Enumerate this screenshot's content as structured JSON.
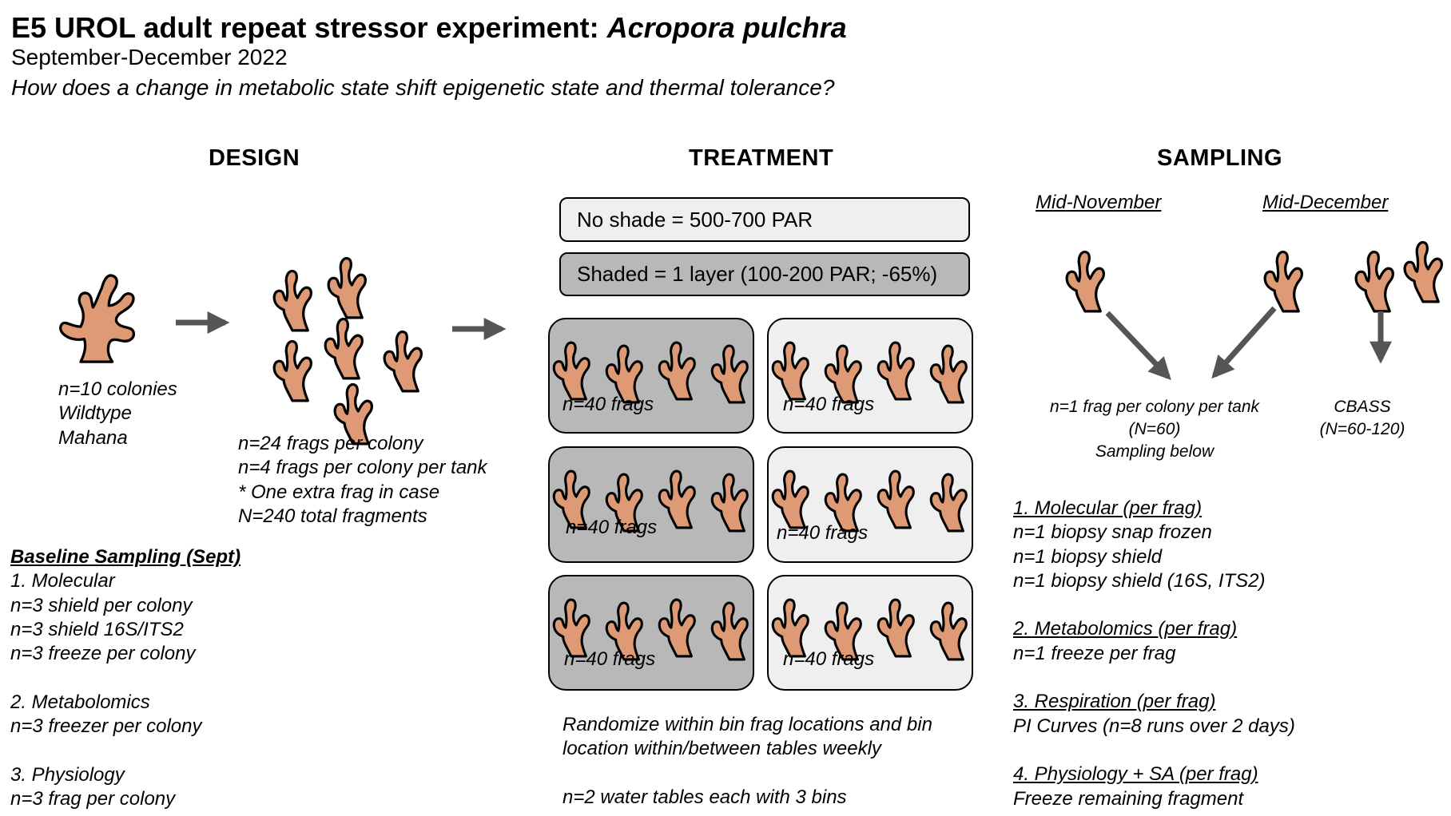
{
  "header": {
    "title_main": "E5 UROL adult repeat stressor experiment: ",
    "title_species": "Acropora pulchra",
    "subtitle": "September-December 2022",
    "question": "How does a change in metabolic state shift epigenetic state and thermal tolerance?"
  },
  "sections": {
    "design": "DESIGN",
    "treatment": "TREATMENT",
    "sampling": "SAMPLING"
  },
  "design": {
    "colony_lines": [
      "n=10 colonies",
      "Wildtype",
      "Mahana"
    ],
    "frag_lines": [
      "n=24 frags per colony",
      "n=4 frags per colony per tank",
      "* One extra frag in case",
      "N=240 total fragments"
    ],
    "baseline_title": "Baseline Sampling (Sept)",
    "baseline_lines": [
      "1. Molecular",
      "n=3 shield per colony",
      "n=3 shield 16S/ITS2",
      "n=3 freeze per colony",
      "",
      "2. Metabolomics",
      "n=3 freezer per colony",
      "",
      "3. Physiology",
      "n=3 frag per colony"
    ]
  },
  "treatment": {
    "no_shade": "No shade = 500-700 PAR",
    "shaded": "Shaded = 1 layer (100-200 PAR; -65%)",
    "tanks": [
      {
        "shade": "dark",
        "label": "n=40 frags"
      },
      {
        "shade": "light",
        "label": "n=40 frags"
      },
      {
        "shade": "dark",
        "label": "n=40 frags"
      },
      {
        "shade": "light",
        "label": "n=40 frags"
      },
      {
        "shade": "dark",
        "label": "n=40 frags"
      },
      {
        "shade": "light",
        "label": "n=40 frags"
      }
    ],
    "notes": [
      "Randomize within bin frag locations and bin",
      "location within/between tables weekly",
      "",
      "n=2 water tables each with 3 bins"
    ]
  },
  "sampling": {
    "mid_nov": "Mid-November",
    "mid_dec": "Mid-December",
    "per_colony_lines": [
      "n=1 frag per colony per tank",
      "(N=60)",
      "Sampling below"
    ],
    "cbass_lines": [
      "CBASS",
      "(N=60-120)"
    ],
    "details": [
      {
        "head": "1. Molecular (per frag)",
        "lines": [
          "n=1 biopsy snap frozen",
          "n=1 biopsy shield",
          "n=1 biopsy shield (16S, ITS2)"
        ]
      },
      {
        "head": "2. Metabolomics (per frag)",
        "lines": [
          "n=1 freeze per frag"
        ]
      },
      {
        "head": "3. Respiration (per frag)",
        "lines": [
          "PI Curves (n=8 runs over 2 days)"
        ]
      },
      {
        "head": "4. Physiology + SA (per frag)",
        "lines": [
          "Freeze remaining fragment"
        ]
      }
    ]
  },
  "colors": {
    "coral": "#dd9a74",
    "arrow": "#555555",
    "dark_tank": "#b8b8b8",
    "light_tank": "#efefef"
  },
  "icons": {
    "colony": "coral-colony-icon",
    "fragment": "coral-fragment-icon",
    "arrow": "arrow-icon"
  }
}
